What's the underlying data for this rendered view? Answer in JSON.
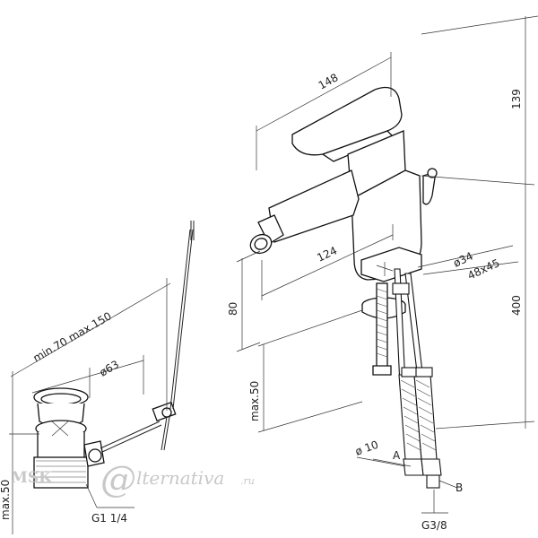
{
  "dimensions": {
    "top_width": "148",
    "height_top": "139",
    "spout_reach": "124",
    "body_diameter": "ø34",
    "base_size": "48x45",
    "spout_height": "80",
    "deck_height": "400",
    "max_thickness": "max.50",
    "waste_length": "min.70 max.150",
    "waste_diameter": "ø63",
    "waste_max_thickness": "max.50",
    "waste_thread": "G1 1/4",
    "hose_diameter": "ø 10",
    "hose_thread": "G3/8"
  },
  "labels": {
    "point_a": "A",
    "point_b": "B"
  },
  "watermark": {
    "prefix": "MSK",
    "symbol": "@",
    "text": "lternativa",
    "suffix": ".ru"
  }
}
